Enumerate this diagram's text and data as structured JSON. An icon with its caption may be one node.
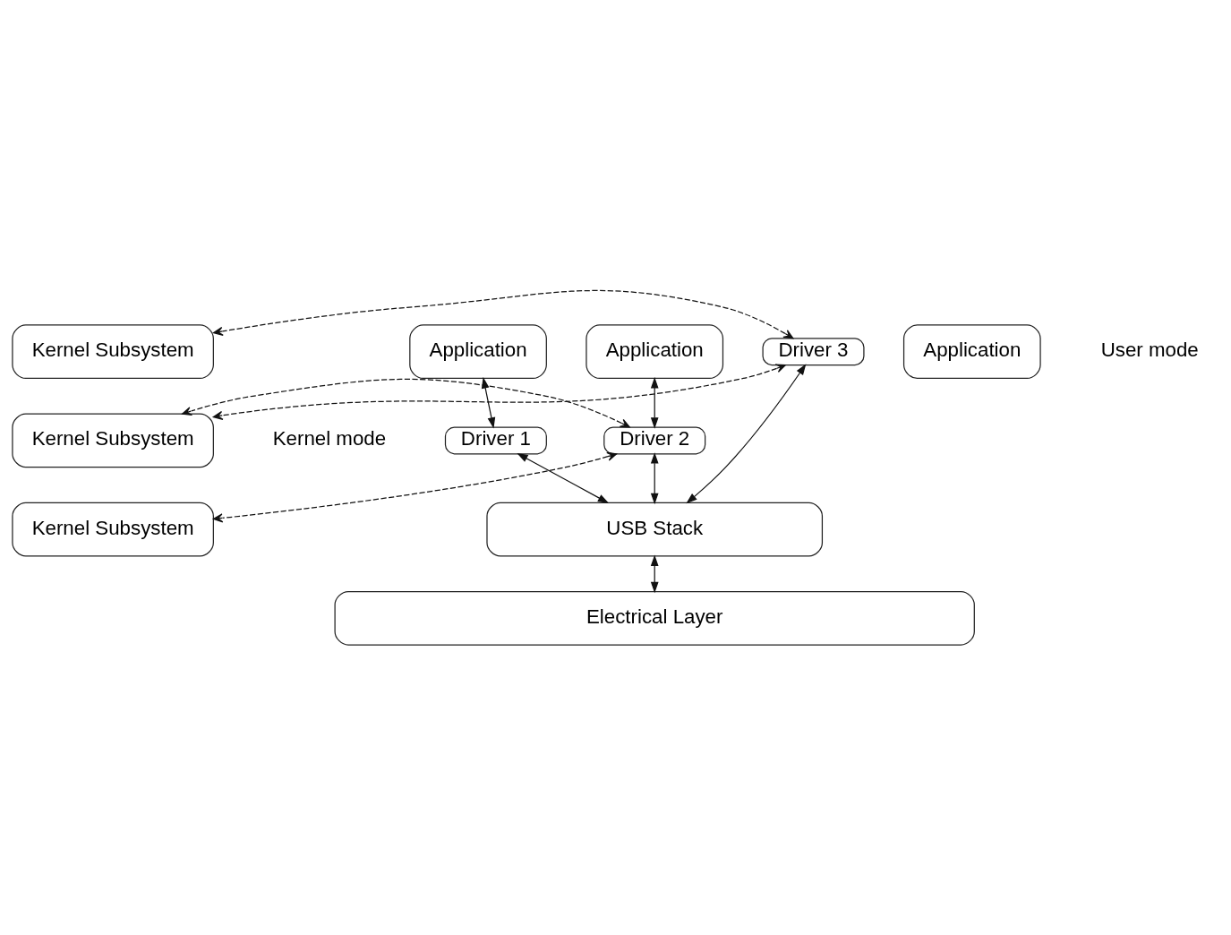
{
  "diagram": {
    "nodes": [
      {
        "text": [
          "Application"
        ]
      },
      {
        "text": [
          "Application"
        ]
      },
      {
        "text": [
          "Application"
        ]
      },
      {
        "text": [
          "Driver 3"
        ]
      },
      {
        "text": [
          "Kernel Subsystem"
        ]
      },
      {
        "text": [
          "Driver 2"
        ]
      },
      {
        "text": [
          "Driver 1"
        ]
      },
      {
        "text": [
          "Kernel Subsystem"
        ]
      },
      {
        "text": [
          "USB Stack"
        ]
      },
      {
        "text": [
          "Kernel Subsystem"
        ]
      },
      {
        "text": [
          "Electrical Layer"
        ]
      }
    ],
    "edges": [
      {
        "from": 0,
        "to": 5,
        "arrow": "both"
      },
      {
        "from": 1,
        "to": 6,
        "arrow": "both"
      },
      {
        "from": 6,
        "to": 8,
        "arrow": "both"
      },
      {
        "from": 5,
        "to": 8,
        "arrow": "both"
      },
      {
        "from": 3,
        "to": 8,
        "arrow": "both"
      },
      {
        "from": 8,
        "to": 10,
        "arrow": "both"
      },
      {
        "from": 3,
        "to": 4,
        "arrow": "both",
        "style": "dashed"
      },
      {
        "from": 3,
        "to": 7,
        "arrow": "both",
        "style": "dashed"
      },
      {
        "from": 5,
        "to": 7,
        "arrow": "both",
        "style": "dashed"
      },
      {
        "from": 5,
        "to": 9,
        "arrow": "both",
        "style": "dashed"
      }
    ],
    "labels": [
      "User mode",
      "Kernel mode"
    ]
  }
}
